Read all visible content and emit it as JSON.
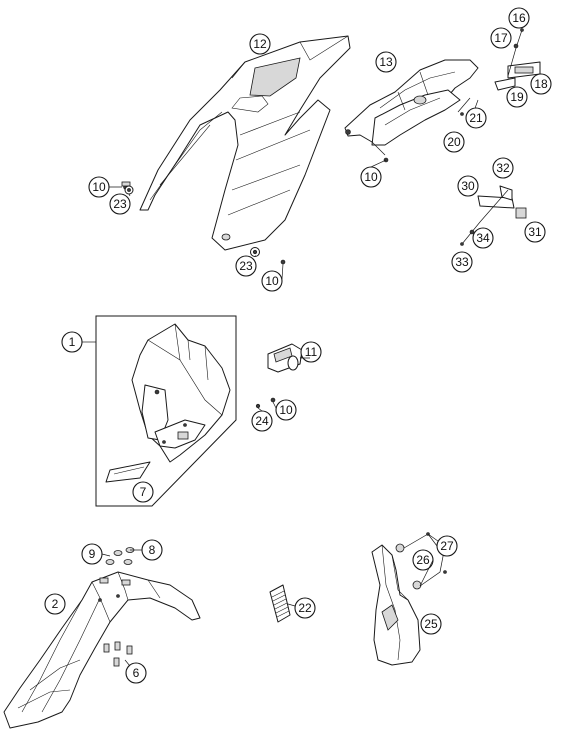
{
  "callouts": {
    "c1": "1",
    "c2": "2",
    "c6": "6",
    "c7": "7",
    "c8": "8",
    "c9": "9",
    "c10a": "10",
    "c10b": "10",
    "c10c": "10",
    "c10d": "10",
    "c11": "11",
    "c12": "12",
    "c13": "13",
    "c16": "16",
    "c17": "17",
    "c18": "18",
    "c19": "19",
    "c20": "20",
    "c21": "21",
    "c22": "22",
    "c23a": "23",
    "c23b": "23",
    "c24": "24",
    "c25": "25",
    "c26": "26",
    "c27": "27",
    "c30": "30",
    "c31": "31",
    "c32": "32",
    "c33": "33",
    "c34": "34"
  }
}
